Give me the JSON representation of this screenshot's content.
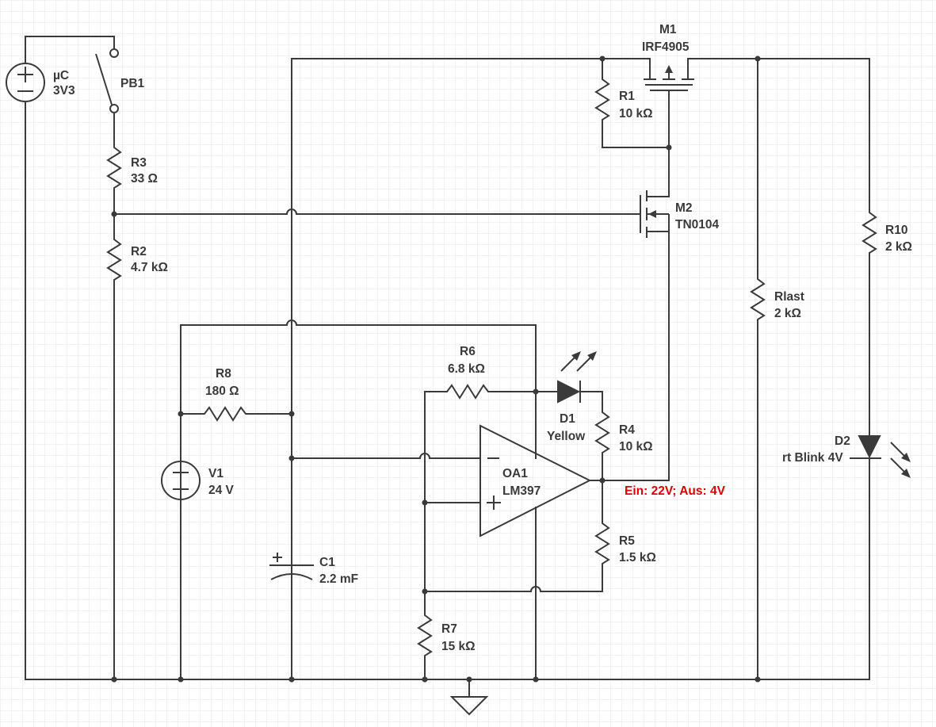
{
  "components": {
    "uc": {
      "name": "µC",
      "value": "3V3"
    },
    "pb1": {
      "name": "PB1"
    },
    "r3": {
      "name": "R3",
      "value": "33 Ω"
    },
    "r2": {
      "name": "R2",
      "value": "4.7 kΩ"
    },
    "m1": {
      "name": "M1",
      "value": "IRF4905"
    },
    "r1": {
      "name": "R1",
      "value": "10 kΩ"
    },
    "m2": {
      "name": "M2",
      "value": "TN0104"
    },
    "r10": {
      "name": "R10",
      "value": "2 kΩ"
    },
    "rlast": {
      "name": "Rlast",
      "value": "2 kΩ"
    },
    "r8": {
      "name": "R8",
      "value": "180 Ω"
    },
    "r6": {
      "name": "R6",
      "value": "6.8 kΩ"
    },
    "d1": {
      "name": "D1",
      "value": "Yellow"
    },
    "r4": {
      "name": "R4",
      "value": "10 kΩ"
    },
    "oa1": {
      "name": "OA1",
      "value": "LM397"
    },
    "v1": {
      "name": "V1",
      "value": "24 V"
    },
    "d2": {
      "name": "D2",
      "value": "rt Blink 4V"
    },
    "r5": {
      "name": "R5",
      "value": "1.5 kΩ"
    },
    "c1": {
      "name": "C1",
      "value": "2.2 mF"
    },
    "r7": {
      "name": "R7",
      "value": "15 kΩ"
    }
  },
  "annotation": "Ein: 22V; Aus: 4V",
  "colors": {
    "wire": "#3a3a3a",
    "grid": "#e4e4e4",
    "annotation": "#e00000"
  }
}
